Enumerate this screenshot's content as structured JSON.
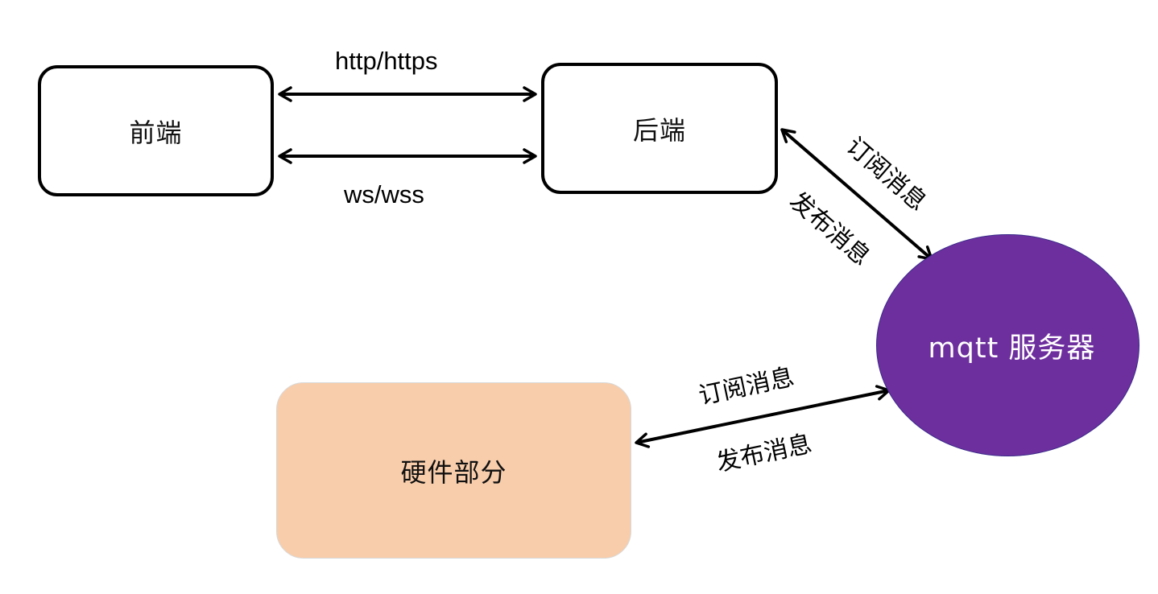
{
  "nodes": {
    "frontend": "前端",
    "backend": "后端",
    "mqtt": "mqtt 服务器",
    "hardware": "硬件部分"
  },
  "edges": {
    "http": "http/https",
    "ws": "ws/wss",
    "backend_subscribe": "订阅消息",
    "backend_publish": "发布消息",
    "hardware_subscribe": "订阅消息",
    "hardware_publish": "发布消息"
  },
  "colors": {
    "mqtt_fill": "#6e2f9e",
    "hardware_fill": "#f8cdab",
    "line": "#000000"
  }
}
